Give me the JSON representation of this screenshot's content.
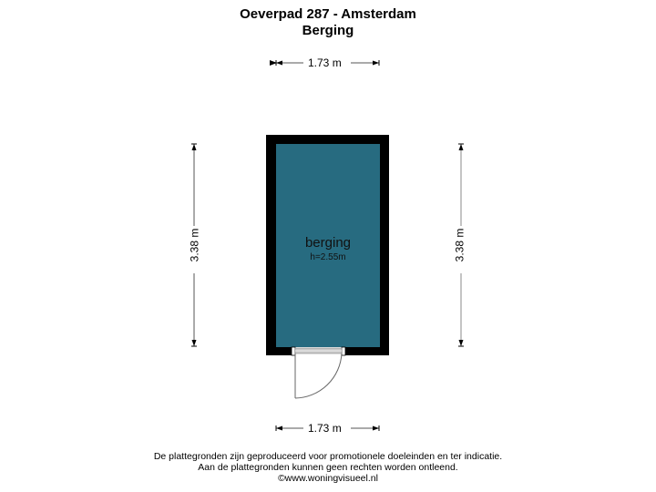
{
  "header": {
    "address": "Oeverpad 287 - Amsterdam",
    "floor": "Berging"
  },
  "dimensions": {
    "top_width": "1.73 m",
    "bottom_width": "1.73 m",
    "left_height": "3.38 m",
    "right_height": "3.38 m"
  },
  "room": {
    "name": "berging",
    "height": "h=2.55m",
    "fill_color": "#276B80",
    "wall_color": "#000000"
  },
  "footer": {
    "line1": "De plattegronden zijn geproduceerd voor promotionele doeleinden en ter indicatie.",
    "line2": "Aan de plattegronden kunnen geen rechten worden ontleend.",
    "line3": "©www.woningvisueel.nl"
  }
}
